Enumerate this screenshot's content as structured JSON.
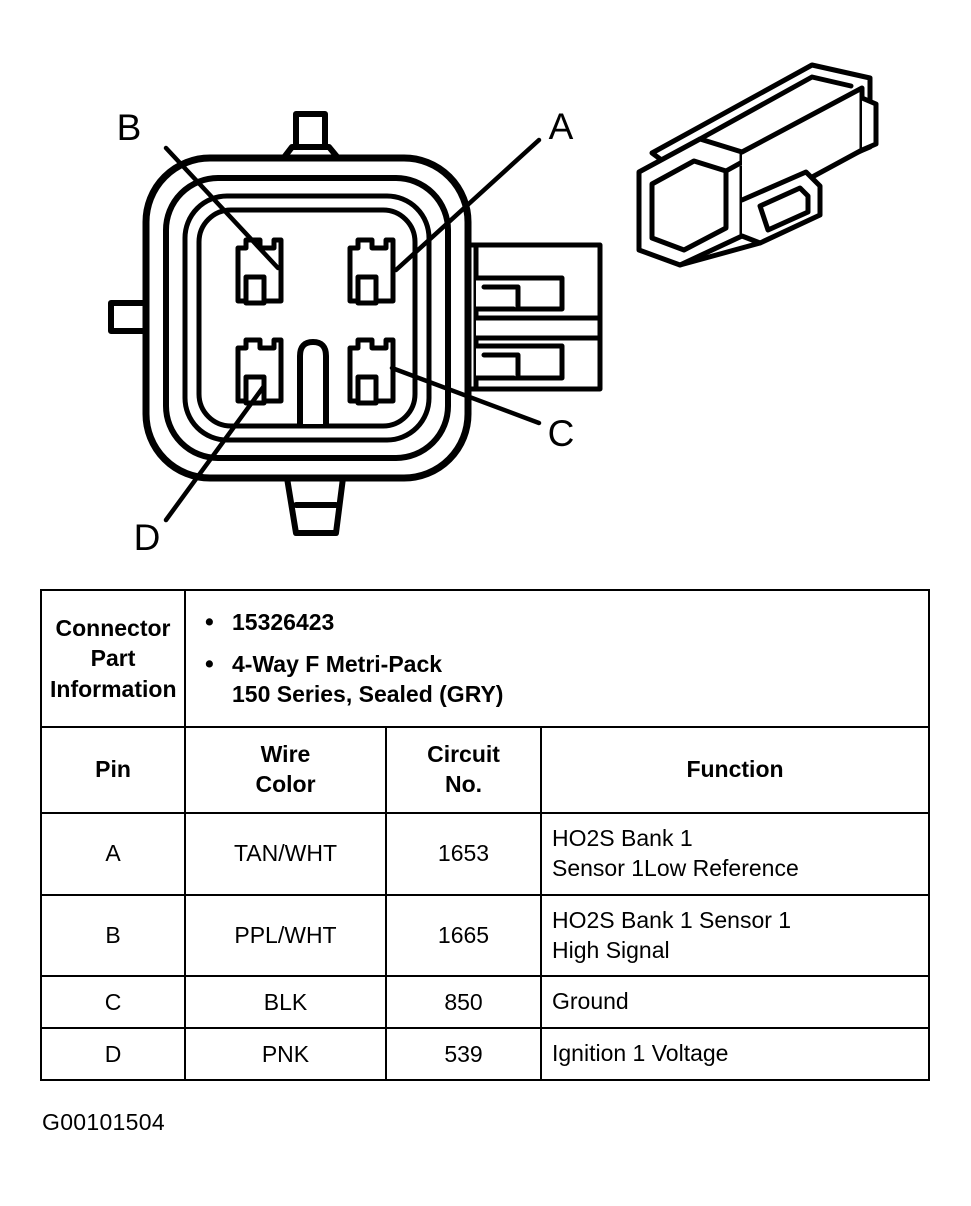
{
  "figure": {
    "caption": "G00101504",
    "callouts": [
      {
        "id": "A",
        "label": "A"
      },
      {
        "id": "B",
        "label": "B"
      },
      {
        "id": "C",
        "label": "C"
      },
      {
        "id": "D",
        "label": "D"
      }
    ]
  },
  "table": {
    "info": {
      "title_line1": "Connector Part",
      "title_line2": "Information",
      "bullets": [
        "15326423",
        "4-Way F Metri-Pack 150 Series, Sealed (GRY)"
      ],
      "bullet_lines": [
        [
          "15326423"
        ],
        [
          "4-Way F Metri-Pack",
          "150 Series, Sealed (GRY)"
        ]
      ]
    },
    "headers": {
      "pin": "Pin",
      "wire_color_line1": "Wire",
      "wire_color_line2": "Color",
      "circuit_line1": "Circuit",
      "circuit_line2": "No.",
      "function": "Function"
    },
    "rows": [
      {
        "pin": "A",
        "wire_color": "TAN/WHT",
        "circuit_no": "1653",
        "function_line1": "HO2S Bank 1",
        "function_line2": "Sensor 1Low Reference"
      },
      {
        "pin": "B",
        "wire_color": "PPL/WHT",
        "circuit_no": "1665",
        "function_line1": "HO2S Bank 1 Sensor 1",
        "function_line2": "High Signal"
      },
      {
        "pin": "C",
        "wire_color": "BLK",
        "circuit_no": "850",
        "function_line1": "Ground",
        "function_line2": ""
      },
      {
        "pin": "D",
        "wire_color": "PNK",
        "circuit_no": "539",
        "function_line1": "Ignition 1 Voltage",
        "function_line2": ""
      }
    ]
  },
  "colors": {
    "ink": "#000000",
    "paper": "#ffffff"
  }
}
